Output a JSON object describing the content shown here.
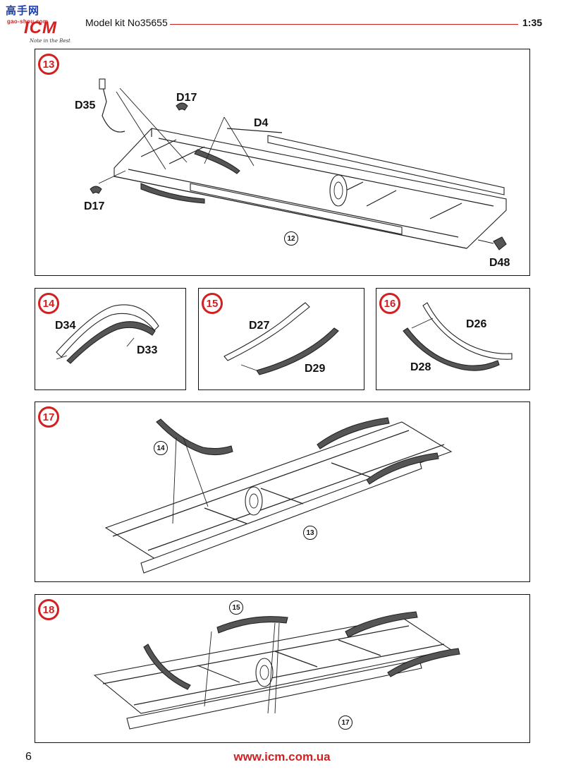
{
  "header": {
    "logo_cn": "高手网",
    "logo_site": "gao-shou.com",
    "logo_brand": "ICM",
    "logo_motto": "Note in the Best",
    "kit_title": "Model kit No35655",
    "scale": "1:35"
  },
  "steps": [
    {
      "number": "13",
      "labels": {
        "d35": "D35",
        "d17_top": "D17",
        "d4": "D4",
        "d17_left": "D17",
        "d48": "D48"
      },
      "ref": "12"
    },
    {
      "number": "14",
      "labels": {
        "d34": "D34",
        "d33": "D33"
      }
    },
    {
      "number": "15",
      "labels": {
        "d27": "D27",
        "d29": "D29"
      }
    },
    {
      "number": "16",
      "labels": {
        "d26": "D26",
        "d28": "D28"
      }
    },
    {
      "number": "17",
      "refs": [
        "14",
        "13"
      ]
    },
    {
      "number": "18",
      "refs": [
        "15",
        "17"
      ]
    }
  ],
  "colors": {
    "accent": "#d21f1f",
    "logo_blue": "#1e3fae",
    "ink": "#111111"
  },
  "footer": {
    "page_number": "6",
    "url": "www.icm.com.ua"
  }
}
